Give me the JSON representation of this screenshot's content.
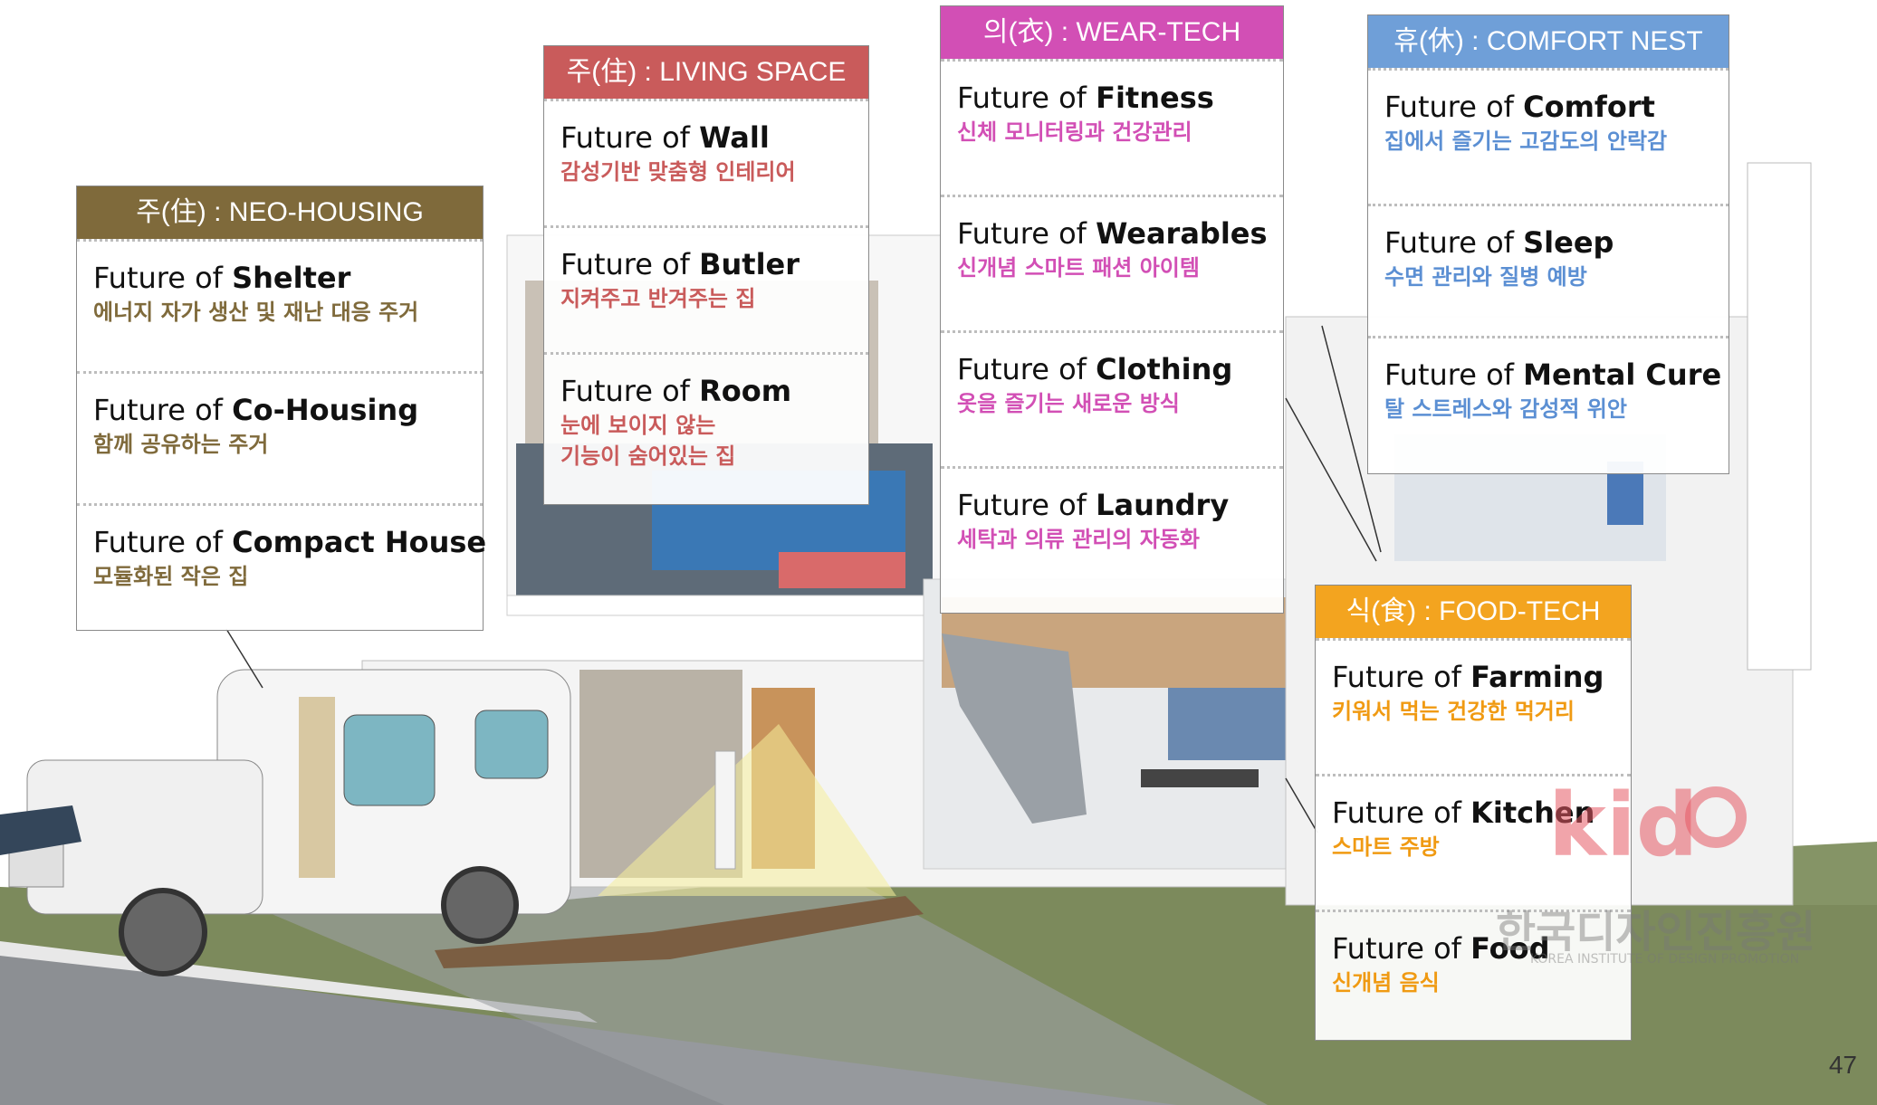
{
  "colors": {
    "neo_housing": "#7f6a3b",
    "living_space": "#c95b5b",
    "wear_tech": "#d24fb5",
    "comfort_nest": "#6f9fd8",
    "food_tech": "#f3a41f"
  },
  "panels": {
    "neo_housing": {
      "header": "주(住) : NEO-HOUSING",
      "items": [
        {
          "prefix": "Future of ",
          "keyword": "Shelter",
          "desc": "에너지 자가 생산 및 재난 대응 주거"
        },
        {
          "prefix": "Future of ",
          "keyword": "Co-Housing",
          "desc": "함께 공유하는 주거"
        },
        {
          "prefix": "Future of ",
          "keyword": "Compact House",
          "desc": "모듈화된 작은 집"
        }
      ]
    },
    "living_space": {
      "header": "주(住) : LIVING SPACE",
      "items": [
        {
          "prefix": "Future of ",
          "keyword": "Wall",
          "desc": "감성기반 맞춤형 인테리어"
        },
        {
          "prefix": "Future of ",
          "keyword": "Butler",
          "desc": "지켜주고 반겨주는 집"
        },
        {
          "prefix": "Future of ",
          "keyword": "Room",
          "desc": "눈에 보이지 않는",
          "desc2": "기능이 숨어있는 집"
        }
      ]
    },
    "wear_tech": {
      "header": "의(衣) : WEAR-TECH",
      "items": [
        {
          "prefix": "Future of ",
          "keyword": "Fitness",
          "desc": "신체 모니터링과 건강관리"
        },
        {
          "prefix": "Future of ",
          "keyword": "Wearables",
          "desc": "신개념 스마트 패션 아이템"
        },
        {
          "prefix": "Future of ",
          "keyword": "Clothing",
          "desc": "옷을 즐기는 새로운 방식"
        },
        {
          "prefix": "Future of ",
          "keyword": "Laundry",
          "desc": "세탁과 의류 관리의 자동화"
        }
      ]
    },
    "comfort_nest": {
      "header": "휴(休) : COMFORT NEST",
      "items": [
        {
          "prefix": "Future of ",
          "keyword": "Comfort",
          "desc": "집에서 즐기는 고감도의 안락감"
        },
        {
          "prefix": "Future of ",
          "keyword": "Sleep",
          "desc": "수면 관리와 질병 예방"
        },
        {
          "prefix": "Future of ",
          "keyword": "Mental Cure",
          "desc": "탈 스트레스와 감성적 위안"
        }
      ]
    },
    "food_tech": {
      "header": "식(食) : FOOD-TECH",
      "items": [
        {
          "prefix": "Future of ",
          "keyword": "Farming",
          "desc": "키워서 먹는 건강한 먹거리"
        },
        {
          "prefix": "Future of ",
          "keyword": "Kitchen",
          "desc": "스마트 주방"
        },
        {
          "prefix": "Future of ",
          "keyword": "Food",
          "desc": "신개념 음식"
        }
      ]
    }
  },
  "logo": {
    "korean": "한국디자인진흥원",
    "english": "KOREA INSTITUTE OF DESIGN PROMOTION"
  },
  "page_number": "47"
}
